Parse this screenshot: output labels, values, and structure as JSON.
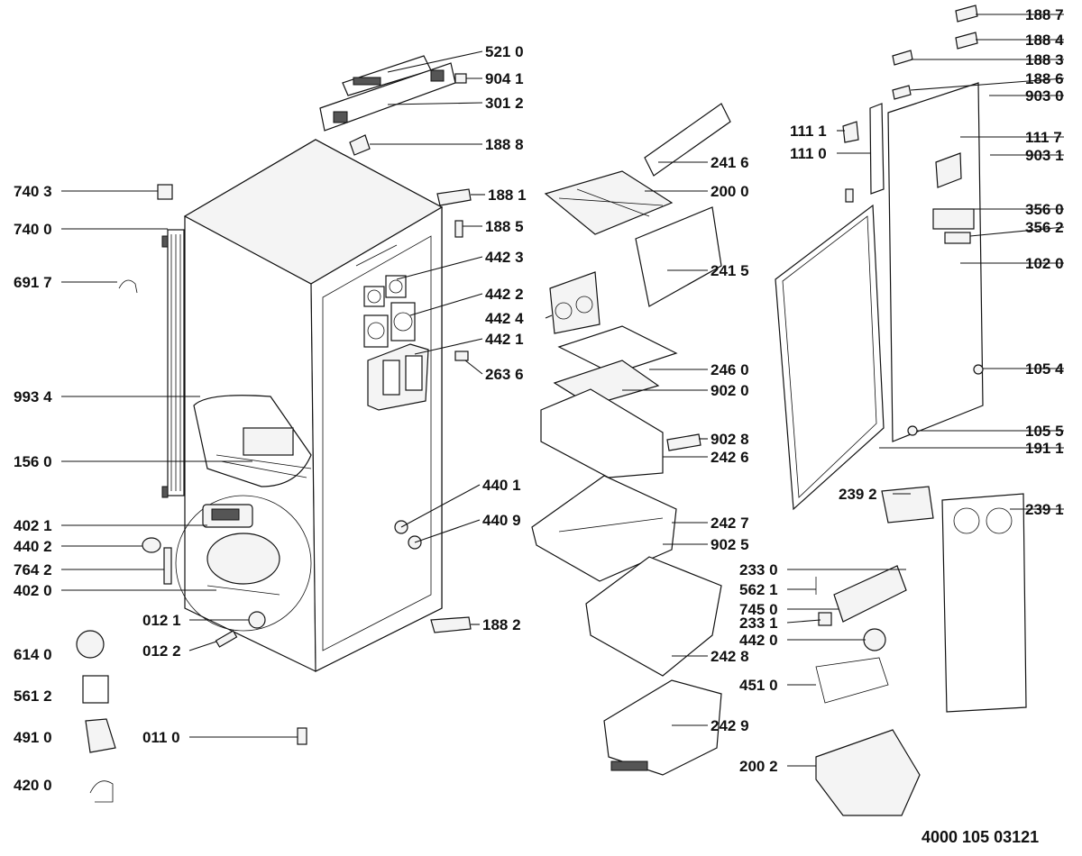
{
  "labels_left": [
    {
      "id": "l7403",
      "text": "740 3"
    },
    {
      "id": "l7400",
      "text": "740 0"
    },
    {
      "id": "l6917",
      "text": "691 7"
    },
    {
      "id": "l9934",
      "text": "993 4"
    },
    {
      "id": "l1560",
      "text": "156 0"
    },
    {
      "id": "l4021",
      "text": "402 1"
    },
    {
      "id": "l4402",
      "text": "440 2"
    },
    {
      "id": "l7642",
      "text": "764 2"
    },
    {
      "id": "l4020",
      "text": "402 0"
    },
    {
      "id": "l6140",
      "text": "614 0"
    },
    {
      "id": "l5612",
      "text": "561 2"
    },
    {
      "id": "l4910",
      "text": "491 0"
    },
    {
      "id": "l4200",
      "text": "420 0"
    }
  ],
  "labels_center": [
    {
      "id": "l5210",
      "text": "521 0"
    },
    {
      "id": "l9041",
      "text": "904 1"
    },
    {
      "id": "l3012",
      "text": "301 2"
    },
    {
      "id": "l1888",
      "text": "188 8"
    },
    {
      "id": "l1881",
      "text": "188 1"
    },
    {
      "id": "l1885",
      "text": "188 5"
    },
    {
      "id": "l4423",
      "text": "442 3"
    },
    {
      "id": "l4422",
      "text": "442 2"
    },
    {
      "id": "l4424",
      "text": "442 4"
    },
    {
      "id": "l4421",
      "text": "442 1"
    },
    {
      "id": "l2636",
      "text": "263 6"
    },
    {
      "id": "l4401",
      "text": "440 1"
    },
    {
      "id": "l4409",
      "text": "440 9"
    },
    {
      "id": "l0121",
      "text": "012 1"
    },
    {
      "id": "l0122",
      "text": "012 2"
    },
    {
      "id": "l1882",
      "text": "188 2"
    },
    {
      "id": "l0110",
      "text": "011 0"
    },
    {
      "id": "l2416",
      "text": "241 6"
    },
    {
      "id": "l2000",
      "text": "200 0"
    },
    {
      "id": "l2415",
      "text": "241 5"
    },
    {
      "id": "l2460",
      "text": "246 0"
    },
    {
      "id": "l9020",
      "text": "902 0"
    },
    {
      "id": "l9028",
      "text": "902 8"
    },
    {
      "id": "l2426",
      "text": "242 6"
    },
    {
      "id": "l2427",
      "text": "242 7"
    },
    {
      "id": "l9025",
      "text": "902 5"
    },
    {
      "id": "l2428",
      "text": "242 8"
    },
    {
      "id": "l2429",
      "text": "242 9"
    },
    {
      "id": "l2330",
      "text": "233 0"
    },
    {
      "id": "l5621",
      "text": "562 1"
    },
    {
      "id": "l7450",
      "text": "745 0"
    },
    {
      "id": "l2331",
      "text": "233 1"
    },
    {
      "id": "l4420",
      "text": "442 0"
    },
    {
      "id": "l4510",
      "text": "451 0"
    },
    {
      "id": "l2002",
      "text": "200 2"
    },
    {
      "id": "l1111",
      "text": "111 1"
    },
    {
      "id": "l1110",
      "text": "111 0"
    },
    {
      "id": "l2392",
      "text": "239 2"
    }
  ],
  "labels_right": [
    {
      "id": "l1887",
      "text": "188 7"
    },
    {
      "id": "l1884",
      "text": "188 4"
    },
    {
      "id": "l1883",
      "text": "188 3"
    },
    {
      "id": "l1886",
      "text": "188 6"
    },
    {
      "id": "l9030",
      "text": "903 0"
    },
    {
      "id": "l1117",
      "text": "111 7"
    },
    {
      "id": "l9031",
      "text": "903 1"
    },
    {
      "id": "l3560",
      "text": "356 0"
    },
    {
      "id": "l3562",
      "text": "356 2"
    },
    {
      "id": "l1020",
      "text": "102 0"
    },
    {
      "id": "l1054",
      "text": "105 4"
    },
    {
      "id": "l1055",
      "text": "105 5"
    },
    {
      "id": "l1911",
      "text": "191 1"
    },
    {
      "id": "l2391",
      "text": "239 1"
    }
  ],
  "drawing_number": "4000 105 03121"
}
